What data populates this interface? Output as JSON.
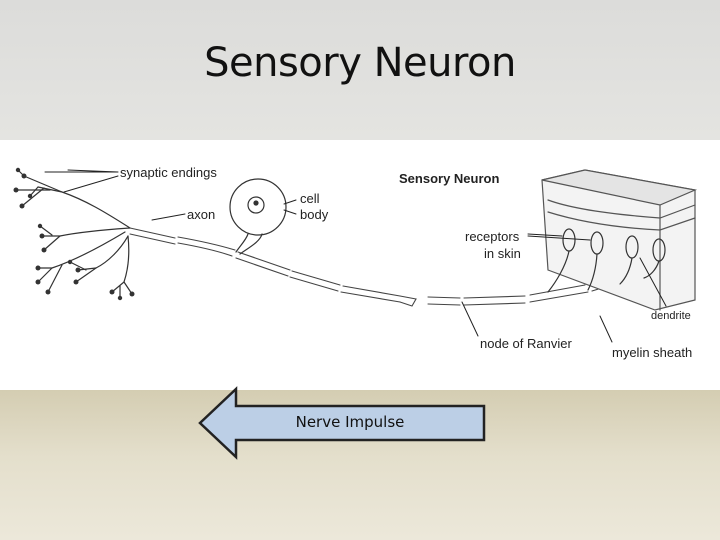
{
  "slide": {
    "title": "Sensory Neuron"
  },
  "diagram": {
    "heading": "Sensory Neuron",
    "labels": {
      "synaptic_endings": "synaptic endings",
      "axon": "axon",
      "cell": "cell",
      "body": "body",
      "receptors": "receptors",
      "in_skin": "in skin",
      "dendrite": "dendrite",
      "node_of_ranvier": "node of Ranvier",
      "myelin_sheath": "myelin sheath"
    }
  },
  "arrow": {
    "label": "Nerve Impulse",
    "direction": "left",
    "fill": "#bccfe6",
    "stroke": "#222222"
  },
  "colors": {
    "header_bg": "#dcdcda",
    "floor_bg": "#ddd6bf",
    "diagram_bg": "#ffffff"
  }
}
